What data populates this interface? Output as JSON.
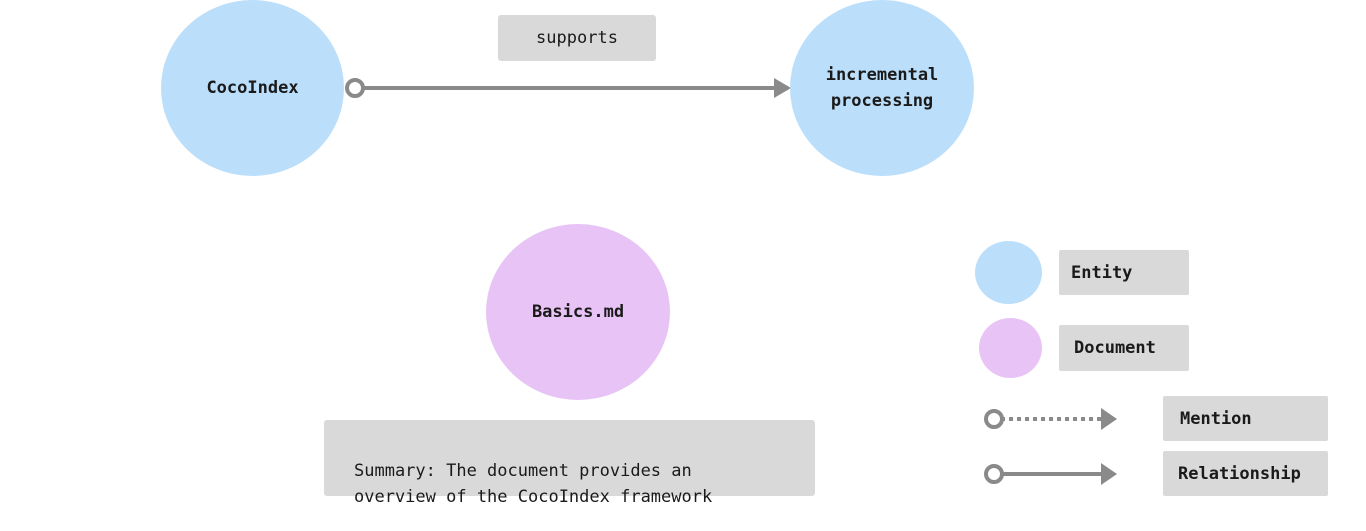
{
  "colors": {
    "entity": "#bbdefa",
    "document": "#e8c3f5",
    "edge": "#8a8a8a",
    "label_bg": "#d9d9d9"
  },
  "nodes": {
    "cocoindex": {
      "label": "CocoIndex",
      "type": "entity"
    },
    "incremental": {
      "label": "incremental\nprocessing",
      "type": "entity"
    },
    "basics": {
      "label": "Basics.md",
      "type": "document"
    }
  },
  "edges": {
    "supports": {
      "from": "CocoIndex",
      "to": "incremental processing",
      "label": "supports",
      "style": "solid"
    }
  },
  "summary": {
    "text": "Summary: The document provides an\noverview of the CocoIndex framework"
  },
  "legend": {
    "entity": "Entity",
    "document": "Document",
    "mention": "Mention",
    "relationship": "Relationship"
  }
}
